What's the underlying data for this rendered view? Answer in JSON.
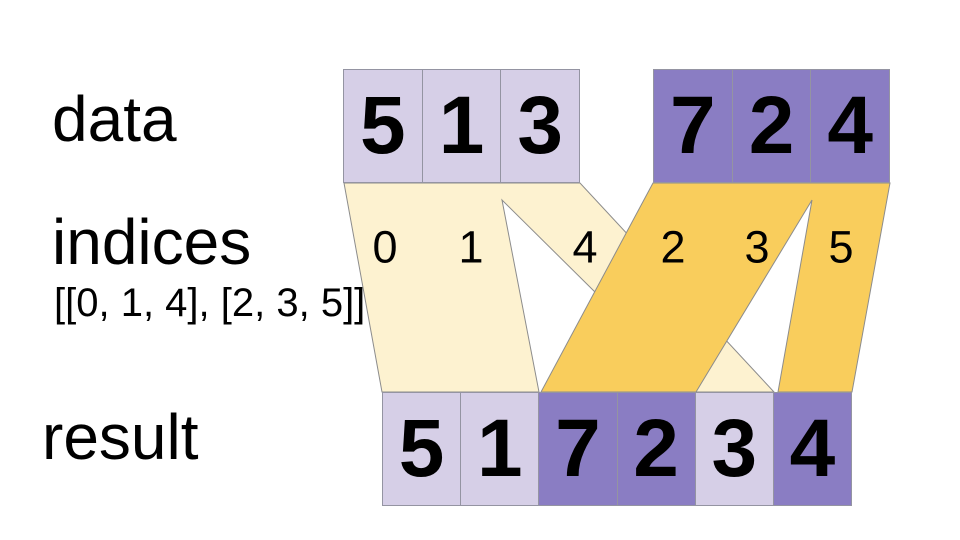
{
  "labels": {
    "data": "data",
    "indices": "indices",
    "indices_detail": "[[0, 1, 4], [2, 3, 5]]",
    "result": "result"
  },
  "colors": {
    "light_purple": "#D6CFE7",
    "dark_purple": "#8A7DC3",
    "cream": "#FDF2D0",
    "gold": "#F9CD5C",
    "outline": "#8C8C8C",
    "text": "#000000",
    "background": "#FFFFFF"
  },
  "data_row": {
    "groups": [
      {
        "color": "light_purple",
        "values": [
          "5",
          "1",
          "3"
        ]
      },
      {
        "color": "dark_purple",
        "values": [
          "7",
          "2",
          "4"
        ]
      }
    ]
  },
  "indices_row": {
    "values": [
      "0",
      "1",
      "4",
      "2",
      "3",
      "5"
    ]
  },
  "result_row": {
    "values": [
      "5",
      "1",
      "7",
      "2",
      "3",
      "4"
    ],
    "cell_colors": [
      "light_purple",
      "light_purple",
      "dark_purple",
      "dark_purple",
      "light_purple",
      "dark_purple"
    ]
  }
}
